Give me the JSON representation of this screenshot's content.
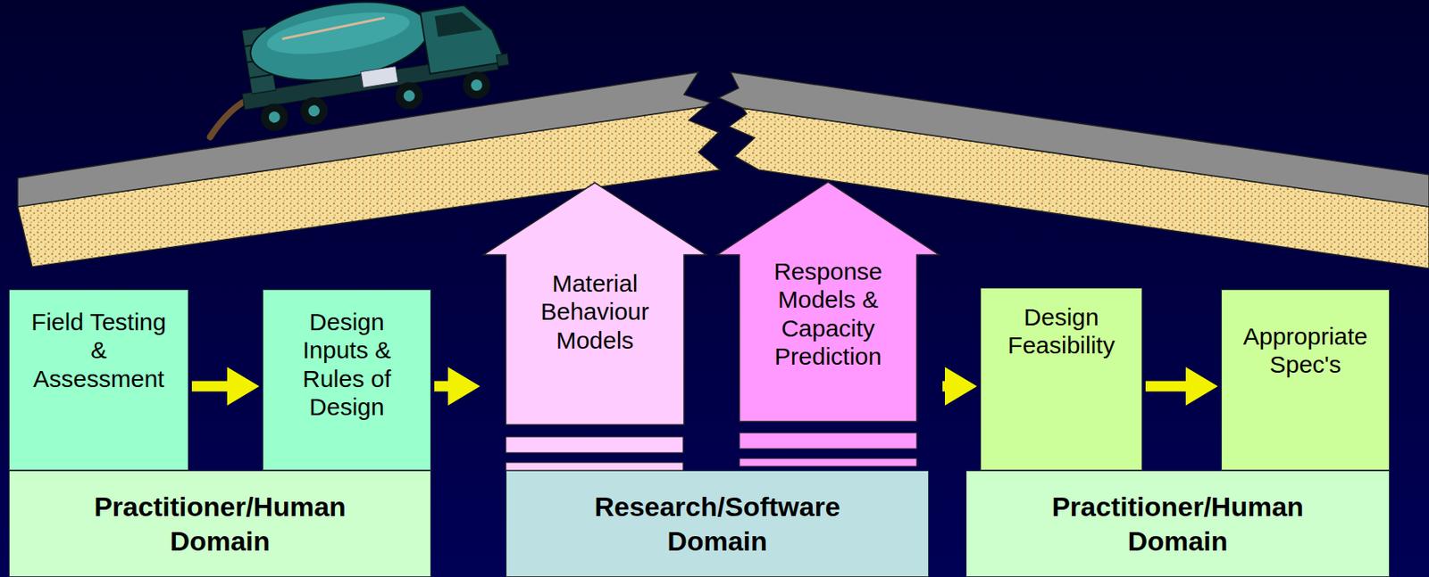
{
  "diagram": {
    "nodes": [
      {
        "text": [
          "Field Testing & Assessment"
        ]
      },
      {
        "text": [
          "Design Inputs & Rules of Design"
        ]
      },
      {
        "text": [
          "Material Behaviour Models"
        ]
      },
      {
        "text": [
          "Response Models & Capacity Prediction"
        ]
      },
      {
        "text": [
          "Design Feasibility"
        ]
      },
      {
        "text": [
          "Appropriate Spec's"
        ]
      },
      {
        "text": [
          "Practitioner/Human Domain"
        ]
      },
      {
        "text": [
          "Research/Software Domain"
        ]
      },
      {
        "text": [
          "Practitioner/Human Domain"
        ]
      }
    ],
    "edges": [
      {
        "from": 0,
        "to": 1,
        "arrow": "to"
      },
      {
        "from": 1,
        "to": 2,
        "arrow": "to"
      },
      {
        "from": 3,
        "to": 4,
        "arrow": "to"
      },
      {
        "from": 4,
        "to": 5,
        "arrow": "to"
      }
    ]
  }
}
